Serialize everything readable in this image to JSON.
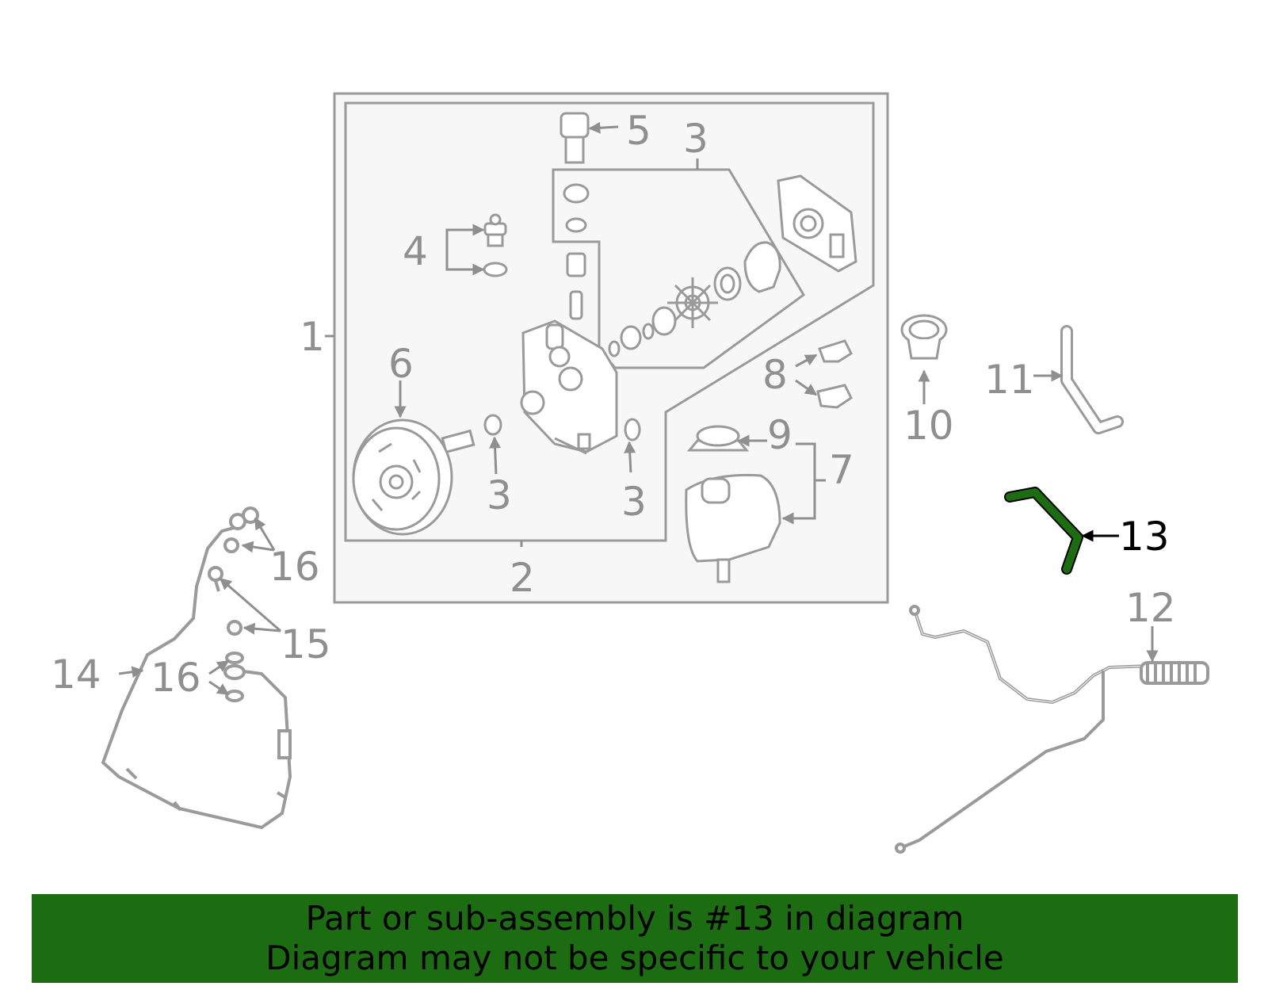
{
  "diagram": {
    "callouts": [
      {
        "id": "c1",
        "text": "1"
      },
      {
        "id": "c2",
        "text": "2"
      },
      {
        "id": "c3a",
        "text": "3"
      },
      {
        "id": "c3b",
        "text": "3"
      },
      {
        "id": "c3c",
        "text": "3"
      },
      {
        "id": "c4",
        "text": "4"
      },
      {
        "id": "c5",
        "text": "5"
      },
      {
        "id": "c6",
        "text": "6"
      },
      {
        "id": "c7",
        "text": "7"
      },
      {
        "id": "c8",
        "text": "8"
      },
      {
        "id": "c9",
        "text": "9"
      },
      {
        "id": "c10",
        "text": "10"
      },
      {
        "id": "c11",
        "text": "11"
      },
      {
        "id": "c12",
        "text": "12"
      },
      {
        "id": "c13",
        "text": "13",
        "highlighted": true
      },
      {
        "id": "c14",
        "text": "14"
      },
      {
        "id": "c15",
        "text": "15"
      },
      {
        "id": "c16a",
        "text": "16"
      },
      {
        "id": "c16b",
        "text": "16"
      }
    ],
    "highlight_color": "#1c6d12",
    "line_color": "#9a9a9a"
  },
  "banner": {
    "line1": "Part or sub-assembly is #13 in diagram",
    "line2": "Diagram may not be specific to your vehicle",
    "background": "#1c6d12"
  }
}
